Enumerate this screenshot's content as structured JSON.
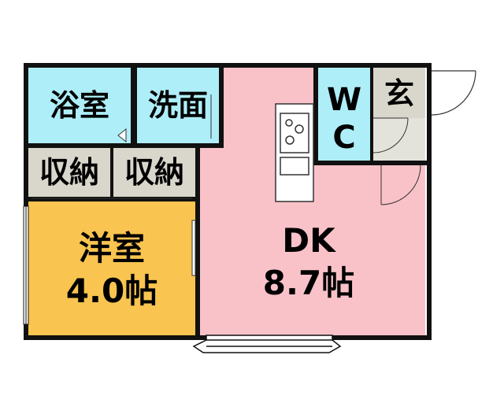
{
  "rooms": {
    "bath": {
      "label": "浴室"
    },
    "washroom": {
      "label": "洗面"
    },
    "closet_1": {
      "label": "収納"
    },
    "closet_2": {
      "label": "収納"
    },
    "western_room": {
      "name": "洋室",
      "size": "4.0帖"
    },
    "dk": {
      "name": "DK",
      "size": "8.7帖"
    },
    "wc": {
      "line1": "W",
      "line2": "C"
    },
    "entrance": {
      "label": "玄"
    }
  },
  "colors": {
    "wet_area": "#aeeef8",
    "storage": "#d9d7cc",
    "western_room": "#f9c44f",
    "dk": "#f9c2c9",
    "wall": "#111111"
  }
}
